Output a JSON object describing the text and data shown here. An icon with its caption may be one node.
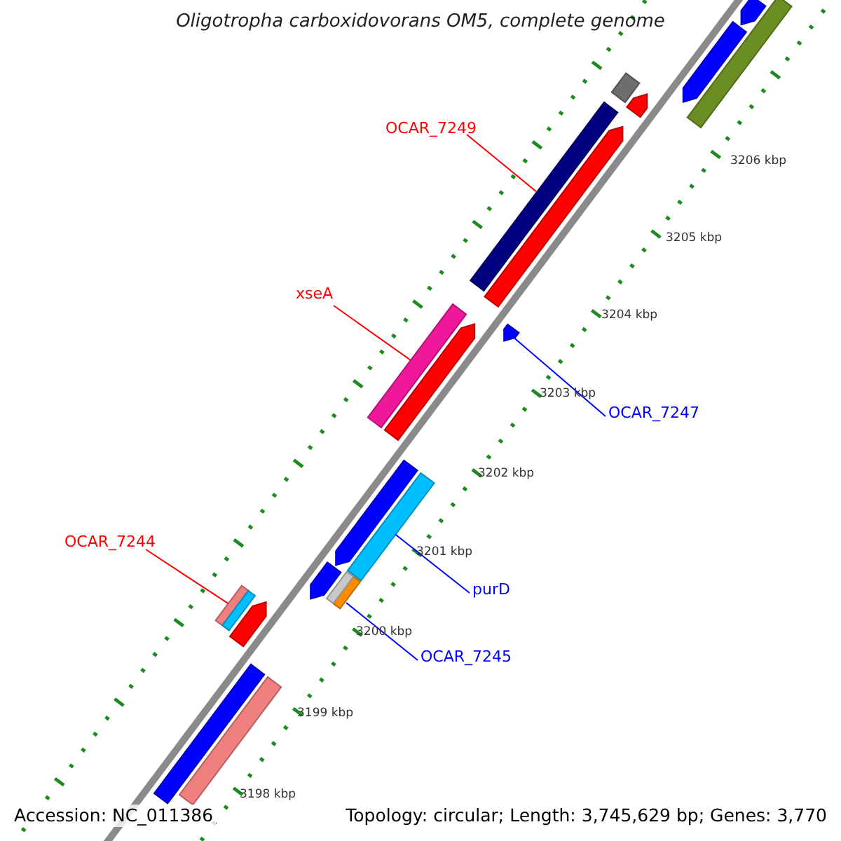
{
  "diagram": {
    "title": "Oligotropha carboxidovorans OM5, complete genome",
    "nodes": [
      {
        "text": [
          "OCAR_7249"
        ]
      },
      {
        "text": [],
        "shape": "bar"
      },
      {
        "text": [
          "xseA"
        ]
      },
      {
        "text": [],
        "shape": "bar"
      },
      {
        "text": [
          "OCAR_7247"
        ]
      },
      {
        "text": [],
        "shape": "arrow"
      },
      {
        "text": [
          "OCAR_7244"
        ]
      },
      {
        "text": [],
        "shape": "bar"
      },
      {
        "text": [
          "purD"
        ]
      },
      {
        "text": [],
        "shape": "bar"
      },
      {
        "text": [
          "OCAR_7245"
        ]
      },
      {
        "text": [],
        "shape": "bar"
      },
      {
        "text": [],
        "shape": "bar"
      },
      {
        "text": [],
        "shape": "arrow"
      },
      {
        "text": [],
        "shape": "arrow"
      },
      {
        "text": [],
        "shape": "arrow"
      },
      {
        "text": [],
        "shape": "arrow"
      },
      {
        "text": [],
        "shape": "arrow"
      },
      {
        "text": [],
        "shape": "arrow"
      },
      {
        "text": [],
        "shape": "arrow"
      },
      {
        "text": [],
        "shape": "arrow"
      },
      {
        "text": [],
        "shape": "bar"
      },
      {
        "text": [],
        "shape": "bar"
      },
      {
        "text": [],
        "shape": "bar"
      },
      {
        "text": [],
        "shape": "bar"
      }
    ],
    "edges": [
      {
        "from": 0,
        "to": 1,
        "arrow": "none",
        "color": "#ff0000"
      },
      {
        "from": 2,
        "to": 3,
        "arrow": "none",
        "color": "#ff0000"
      },
      {
        "from": 4,
        "to": 5,
        "arrow": "none",
        "color": "#0000ff"
      },
      {
        "from": 6,
        "to": 7,
        "arrow": "none",
        "color": "#ff0000"
      },
      {
        "from": 8,
        "to": 9,
        "arrow": "none",
        "color": "#0000ff"
      },
      {
        "from": 10,
        "to": 11,
        "arrow": "none",
        "color": "#0000ff"
      }
    ],
    "labels": [
      "3206 kbp",
      "3205 kbp",
      "3204 kbp",
      "3203 kbp",
      "3202 kbp",
      "3201 kbp",
      "3200 kbp",
      "3199 kbp",
      "3198 kbp",
      "Accession: NC_011386",
      "Topology: circular; Length: 3,745,629 bp; Genes: 3,770"
    ]
  }
}
